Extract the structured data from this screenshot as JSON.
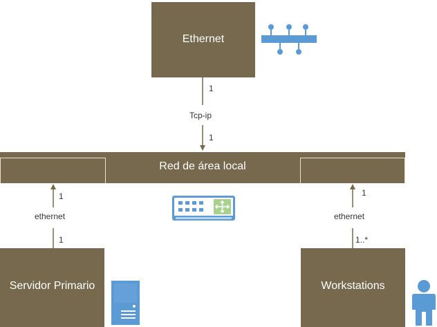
{
  "nodes": {
    "ethernet": {
      "label": "Ethernet"
    },
    "lan": {
      "label": "Red de área local"
    },
    "server": {
      "label": "Servidor Primario"
    },
    "workstations": {
      "label": "Workstations"
    }
  },
  "links": {
    "ethernet_lan": {
      "label": "Tcp-ip",
      "mult_source": "1",
      "mult_target": "1"
    },
    "server_lan": {
      "label": "ethernet",
      "mult_source": "1",
      "mult_target": "1"
    },
    "workstations_lan": {
      "label": "ethernet",
      "mult_source": "1..*",
      "mult_target": "1"
    }
  },
  "colors": {
    "block_fill": "#76694d",
    "icon_blue": "#5b9bd5",
    "icon_green": "#a9d18e",
    "connector": "#76694d"
  },
  "icons": {
    "ethernet": "ethernet-bus-icon",
    "lan": "network-switch-icon",
    "server": "server-tower-icon",
    "workstations": "user-person-icon"
  }
}
